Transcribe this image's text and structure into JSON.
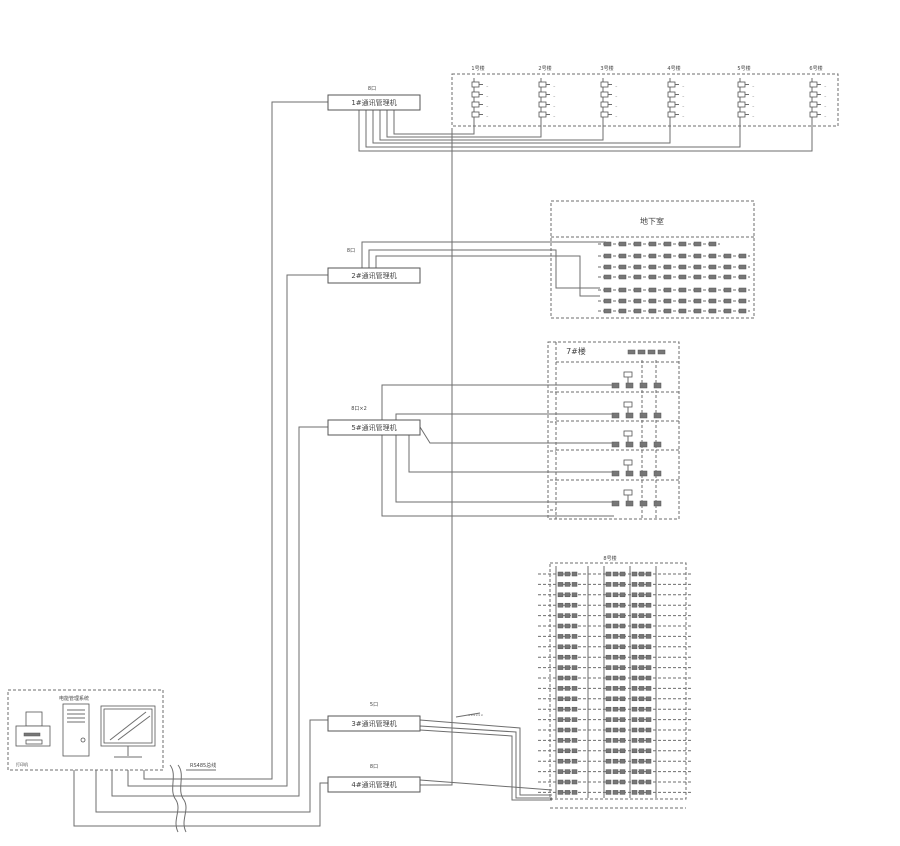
{
  "diagram": {
    "switches": [
      {
        "label": "1#通讯管理机",
        "ports": "8口"
      },
      {
        "label": "2#通讯管理机",
        "ports": "8口"
      },
      {
        "label": "5#通讯管理机",
        "ports": "8口×2"
      },
      {
        "label": "3#通讯管理机",
        "ports": "5口"
      },
      {
        "label": "4#通讯管理机",
        "ports": "8口"
      }
    ],
    "buildings": [
      "1号楼",
      "2号楼",
      "3号楼",
      "4号楼",
      "5号楼",
      "6号楼"
    ],
    "basement_label": "地下室",
    "building7_label": "7#楼",
    "highrise_label": "8号楼",
    "console_label": "电能管理系统",
    "printer_label": "打印机",
    "bus_label": "RS485总线",
    "note_label": "××××××"
  }
}
